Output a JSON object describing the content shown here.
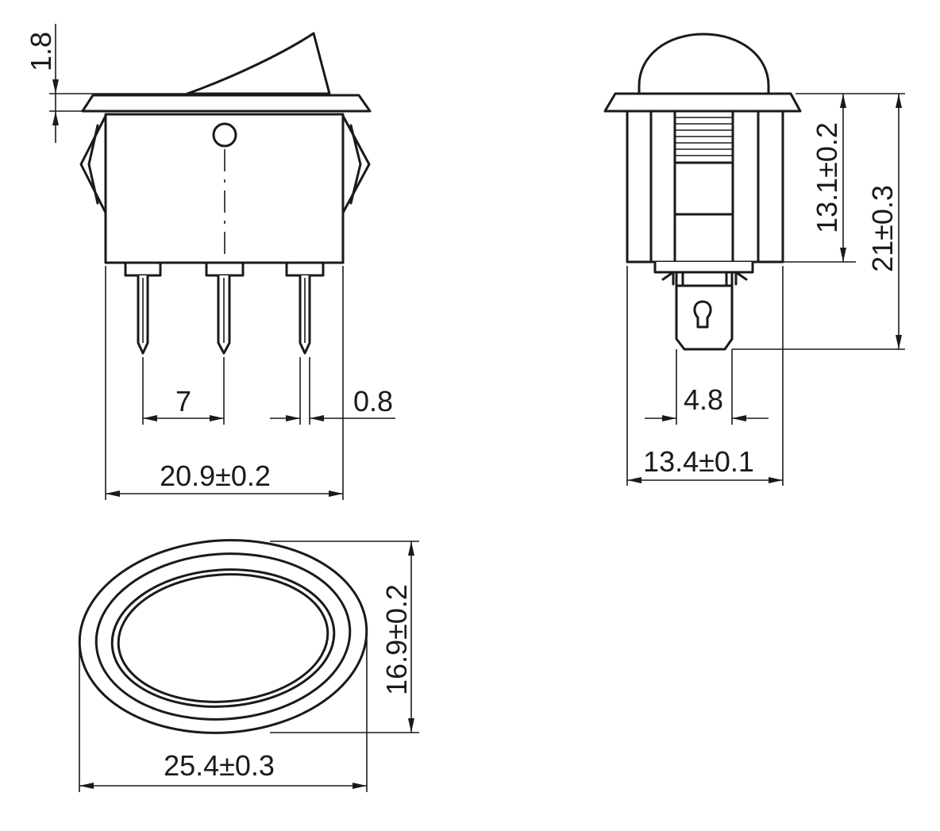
{
  "views": {
    "front": {
      "name": "front-view"
    },
    "side": {
      "name": "side-view"
    },
    "top": {
      "name": "top-view"
    }
  },
  "dimensions": {
    "rocker_height": "1.8",
    "pin_pitch": "7",
    "pin_thickness": "0.8",
    "body_width": "20.9±0.2",
    "body_height": "13.1±0.2",
    "total_height": "21±0.3",
    "terminal_width": "4.8",
    "body_depth": "13.4±0.1",
    "bezel_height": "16.9±0.2",
    "bezel_width": "25.4±0.3"
  }
}
